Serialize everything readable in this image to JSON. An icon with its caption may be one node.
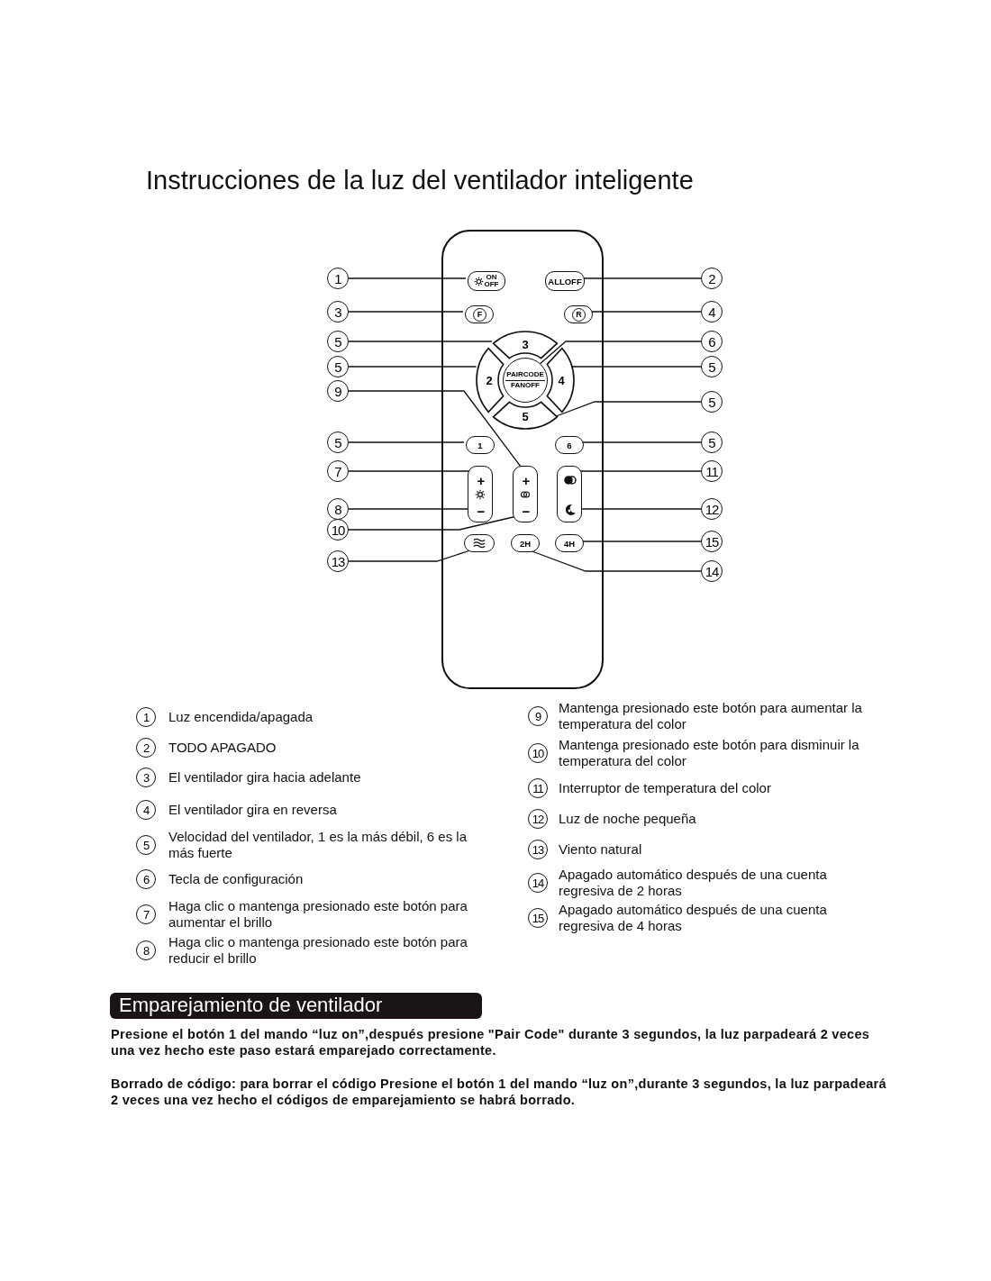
{
  "diagram": {
    "title": "Instrucciones de la luz del ventilador inteligente",
    "nodes": [
      {
        "text": [],
        "shape": "box"
      },
      {
        "text": [
          "1"
        ]
      },
      {
        "text": [
          "ON OFF"
        ],
        "in": 0
      },
      {
        "text": [
          "ALLOFF"
        ],
        "in": 0
      },
      {
        "text": [
          "2"
        ]
      },
      {
        "text": [
          "3"
        ]
      },
      {
        "text": [
          "F"
        ],
        "in": 0
      },
      {
        "text": [
          "R"
        ],
        "in": 0
      },
      {
        "text": [
          "4"
        ]
      },
      {
        "text": [
          "5"
        ]
      },
      {
        "text": [
          "3"
        ],
        "in": 0
      },
      {
        "text": [
          "6"
        ]
      },
      {
        "text": [
          "5"
        ]
      },
      {
        "text": [
          "2"
        ],
        "in": 0
      },
      {
        "text": [
          "PAIRCODE",
          "FANOFF"
        ],
        "in": 0
      },
      {
        "text": [
          "4"
        ],
        "in": 0
      },
      {
        "text": [
          "5"
        ]
      },
      {
        "text": [
          "9"
        ]
      },
      {
        "text": [
          "5"
        ],
        "in": 0
      },
      {
        "text": [
          "5"
        ]
      },
      {
        "text": [
          "5"
        ]
      },
      {
        "text": [
          "1"
        ],
        "in": 0
      },
      {
        "text": [
          "6"
        ],
        "in": 0
      },
      {
        "text": [
          "5"
        ]
      },
      {
        "text": [
          "7"
        ]
      },
      {
        "text": [],
        "shape": "box",
        "in": 0
      },
      {
        "text": [
          "+"
        ],
        "in": 25
      },
      {
        "text": [],
        "shape": "box",
        "in": 0
      },
      {
        "text": [
          "+"
        ],
        "in": 27
      },
      {
        "text": [],
        "shape": "box",
        "in": 0
      },
      {
        "text": [],
        "shape": "circle",
        "in": 29
      },
      {
        "text": [
          "11"
        ]
      },
      {
        "text": [
          "8"
        ]
      },
      {
        "text": [
          "−"
        ],
        "in": 25
      },
      {
        "text": [
          "−"
        ],
        "in": 27
      },
      {
        "text": [],
        "shape": "picture",
        "in": 29
      },
      {
        "text": [
          "12"
        ]
      },
      {
        "text": [
          "10"
        ]
      },
      {
        "text": [],
        "shape": "box",
        "in": 0
      },
      {
        "text": [
          "2H"
        ],
        "in": 0
      },
      {
        "text": [
          "4H"
        ],
        "in": 0
      },
      {
        "text": [
          "15"
        ]
      },
      {
        "text": [
          "13"
        ]
      },
      {
        "text": [
          "14"
        ]
      }
    ],
    "edges": [
      {
        "from": 1,
        "to": 2,
        "arrow": "none"
      },
      {
        "from": 4,
        "to": 3,
        "arrow": "none"
      },
      {
        "from": 5,
        "to": 6,
        "arrow": "none"
      },
      {
        "from": 8,
        "to": 7,
        "arrow": "none"
      },
      {
        "from": 9,
        "to": 10,
        "arrow": "none"
      },
      {
        "from": 11,
        "to": 14,
        "arrow": "none"
      },
      {
        "from": 12,
        "to": 13,
        "arrow": "none"
      },
      {
        "from": 16,
        "to": 15,
        "arrow": "none"
      },
      {
        "from": 17,
        "to": 28,
        "arrow": "none"
      },
      {
        "from": 19,
        "to": 18,
        "arrow": "none"
      },
      {
        "from": 20,
        "to": 21,
        "arrow": "none"
      },
      {
        "from": 23,
        "to": 22,
        "arrow": "none"
      },
      {
        "from": 24,
        "to": 26,
        "arrow": "none"
      },
      {
        "from": 31,
        "to": 30,
        "arrow": "none"
      },
      {
        "from": 32,
        "to": 33,
        "arrow": "none"
      },
      {
        "from": 36,
        "to": 35,
        "arrow": "none"
      },
      {
        "from": 37,
        "to": 34,
        "arrow": "none"
      },
      {
        "from": 41,
        "to": 40,
        "arrow": "none"
      },
      {
        "from": 42,
        "to": 38,
        "arrow": "none"
      },
      {
        "from": 43,
        "to": 39,
        "arrow": "none"
      }
    ],
    "labels": [
      "1",
      "Luz encendida/apagada",
      "2",
      "TODO APAGADO",
      "3",
      "El ventilador gira hacia adelante",
      "4",
      "El ventilador gira en reversa",
      "5",
      "Velocidad del ventilador, 1 es la más débil, 6 es la más fuerte",
      "6",
      "Tecla de configuración",
      "7",
      "Haga clic o mantenga presionado este botón para aumentar el brillo",
      "8",
      "Haga clic o mantenga presionado este botón para reducir el brillo",
      "9",
      "Mantenga presionado este botón para aumentar la temperatura del color",
      "10",
      "Mantenga presionado este botón para disminuir la temperatura del color",
      "11",
      "Interruptor de temperatura del color",
      "12",
      "Luz de noche pequeña",
      "13",
      "Viento natural",
      "14",
      "Apagado automático después de una cuenta regresiva de 2 horas",
      "15",
      "Apagado automático después de una cuenta regresiva de 4 horas",
      "Emparejamiento de ventilador",
      "Presione el botón 1 del mando “luz on”,después presione \"Pair Code\" durante 3 segundos, la luz parpadeará 2 veces una vez hecho este paso estará emparejado correctamente.",
      "Borrado de código: para borrar el código Presione el botón 1 del mando “luz on”,durante 3 segundos, la luz parpadeará 2 veces una vez hecho el códigos de emparejamiento se habrá borrado."
    ]
  }
}
